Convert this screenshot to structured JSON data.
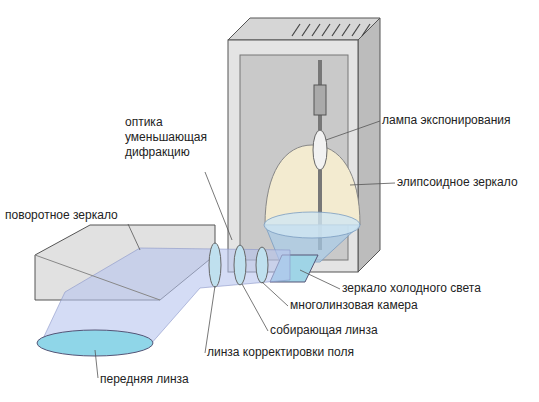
{
  "diagram": {
    "labels": [
      "оптика уменьшающая дифракцию",
      "лампа экспонирования",
      "элипсоидное зеркало",
      "поворотное зеркало",
      "зеркало холодного света",
      "многолинзовая камера",
      "собирающая линза",
      "линза корректировки поля",
      "передняя линза"
    ]
  }
}
